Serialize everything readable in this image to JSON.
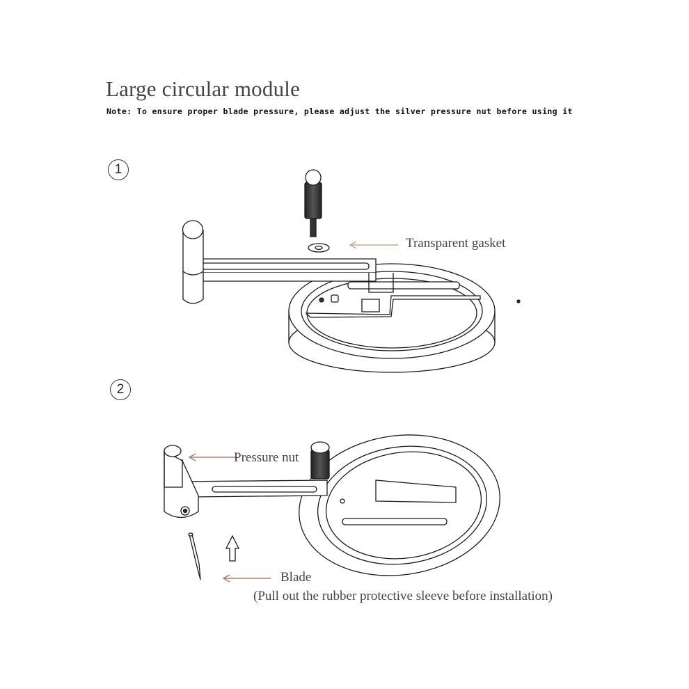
{
  "title": "Large circular module",
  "note": "Note: To ensure proper blade pressure, please adjust the silver pressure nut before using it",
  "steps": [
    {
      "number": "1"
    },
    {
      "number": "2"
    }
  ],
  "callouts": {
    "gasket": "Transparent gasket",
    "pressure_nut": "Pressure nut",
    "blade": "Blade",
    "blade_note": "(Pull out the rubber protective sleeve before installation)"
  },
  "colors": {
    "arrow": "#c9a98a",
    "arrow_dark": "#b07e6a",
    "line": "#1a1a1a"
  }
}
